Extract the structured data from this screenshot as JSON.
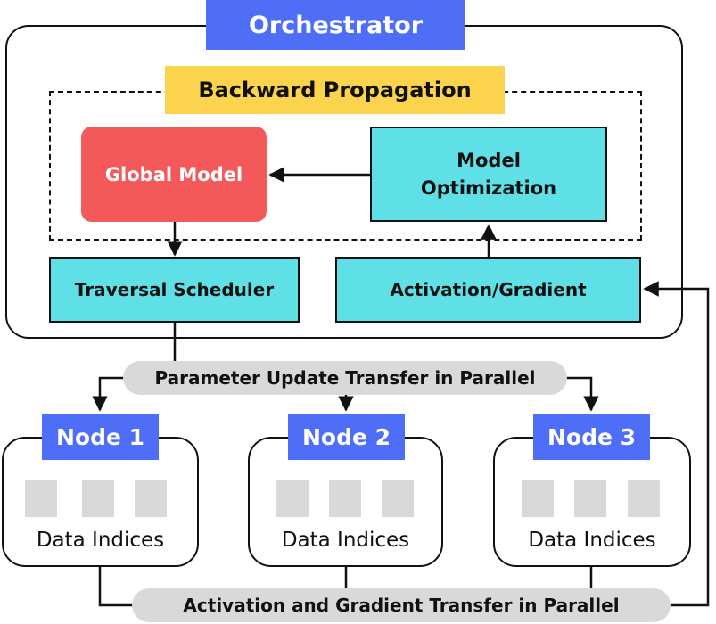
{
  "orchestrator": {
    "label": "Orchestrator",
    "color": "#4f6ef7"
  },
  "backward_propagation": {
    "label": "Backward Propagation",
    "color": "#fcd34d"
  },
  "global_model": {
    "label": "Global Model",
    "color": "#f4595a"
  },
  "model_optimization": {
    "line1": "Model",
    "line2": "Optimization",
    "color": "#5ee0e6"
  },
  "traversal_scheduler": {
    "label": "Traversal Scheduler"
  },
  "activation_gradient": {
    "label": "Activation/Gradient"
  },
  "parameter_transfer": {
    "label": "Parameter Update Transfer in Parallel"
  },
  "activation_transfer": {
    "label": "Activation and Gradient Transfer in Parallel"
  },
  "nodes": [
    {
      "label": "Node 1",
      "data_label": "Data Indices"
    },
    {
      "label": "Node 2",
      "data_label": "Data Indices"
    },
    {
      "label": "Node 3",
      "data_label": "Data Indices"
    }
  ]
}
